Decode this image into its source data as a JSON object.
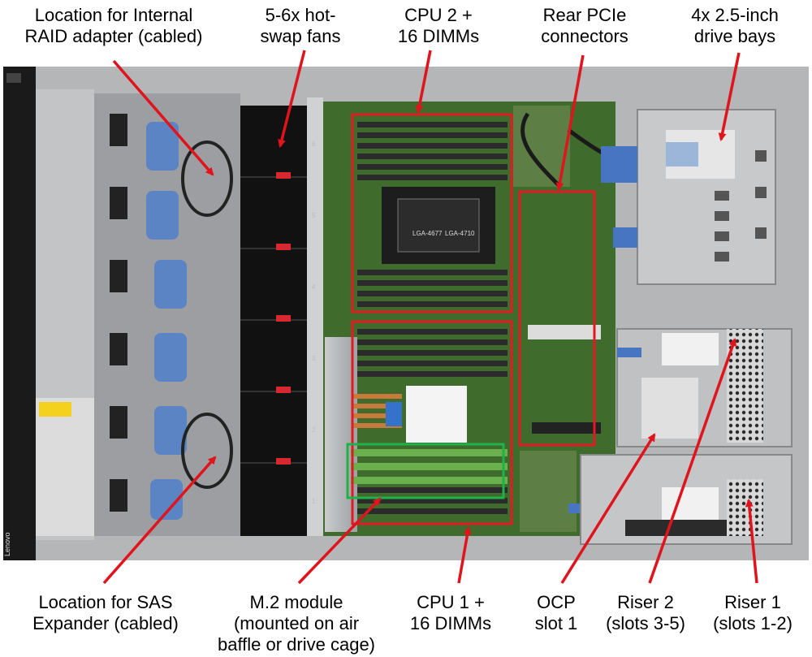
{
  "labels": {
    "raid": [
      "Location for Internal",
      "RAID adapter (cabled)"
    ],
    "fans": [
      "5-6x hot-",
      "swap fans"
    ],
    "cpu2": [
      "CPU 2 +",
      "16 DIMMs"
    ],
    "pcie": [
      "Rear PCIe",
      "connectors"
    ],
    "drives": [
      "4x 2.5-inch",
      "drive bays"
    ],
    "sas": [
      "Location for SAS",
      "Expander (cabled)"
    ],
    "m2": [
      "M.2 module",
      "(mounted on air",
      "baffle or drive cage)"
    ],
    "cpu1": [
      "CPU 1 +",
      "16 DIMMs"
    ],
    "ocp": [
      "OCP",
      "slot 1"
    ],
    "riser2": [
      "Riser 2",
      "(slots 3-5)"
    ],
    "riser1": [
      "Riser 1",
      "(slots 1-2)"
    ]
  },
  "chassis": {
    "brand": "Lenovo",
    "socket_text": [
      "LGA-4677",
      "LGA-4710"
    ],
    "fan_numbers": [
      "6",
      "5",
      "4",
      "3",
      "2",
      "1"
    ]
  },
  "colors": {
    "arrow": "#e0141c",
    "highlight_red": "#e01b22",
    "highlight_green": "#1fb24a",
    "board": "#3f6b2c",
    "chassis": "#a7a9ab"
  }
}
